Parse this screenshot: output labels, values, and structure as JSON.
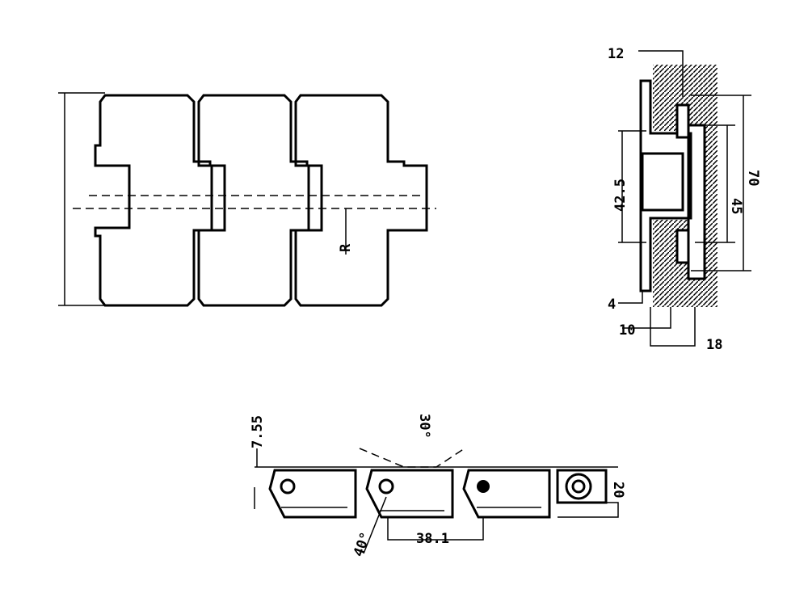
{
  "title": "Modular plastic conveyor chain drawing",
  "side_view": {
    "dim_top": "12",
    "dim_inner": "42.5",
    "dim_middle": "45",
    "dim_outer": "70",
    "dim_bottom_left": "4",
    "dim_bottom_a": "10",
    "dim_bottom_b": "18"
  },
  "plan_view": {
    "radius_label": "R"
  },
  "front_view": {
    "dim_height_top": "7.55",
    "dim_angle_top": "30°",
    "dim_angle_bottom": "40°",
    "dim_pitch": "38.1",
    "dim_height": "20"
  },
  "colors": {
    "line": "#000000",
    "background": "#ffffff"
  }
}
